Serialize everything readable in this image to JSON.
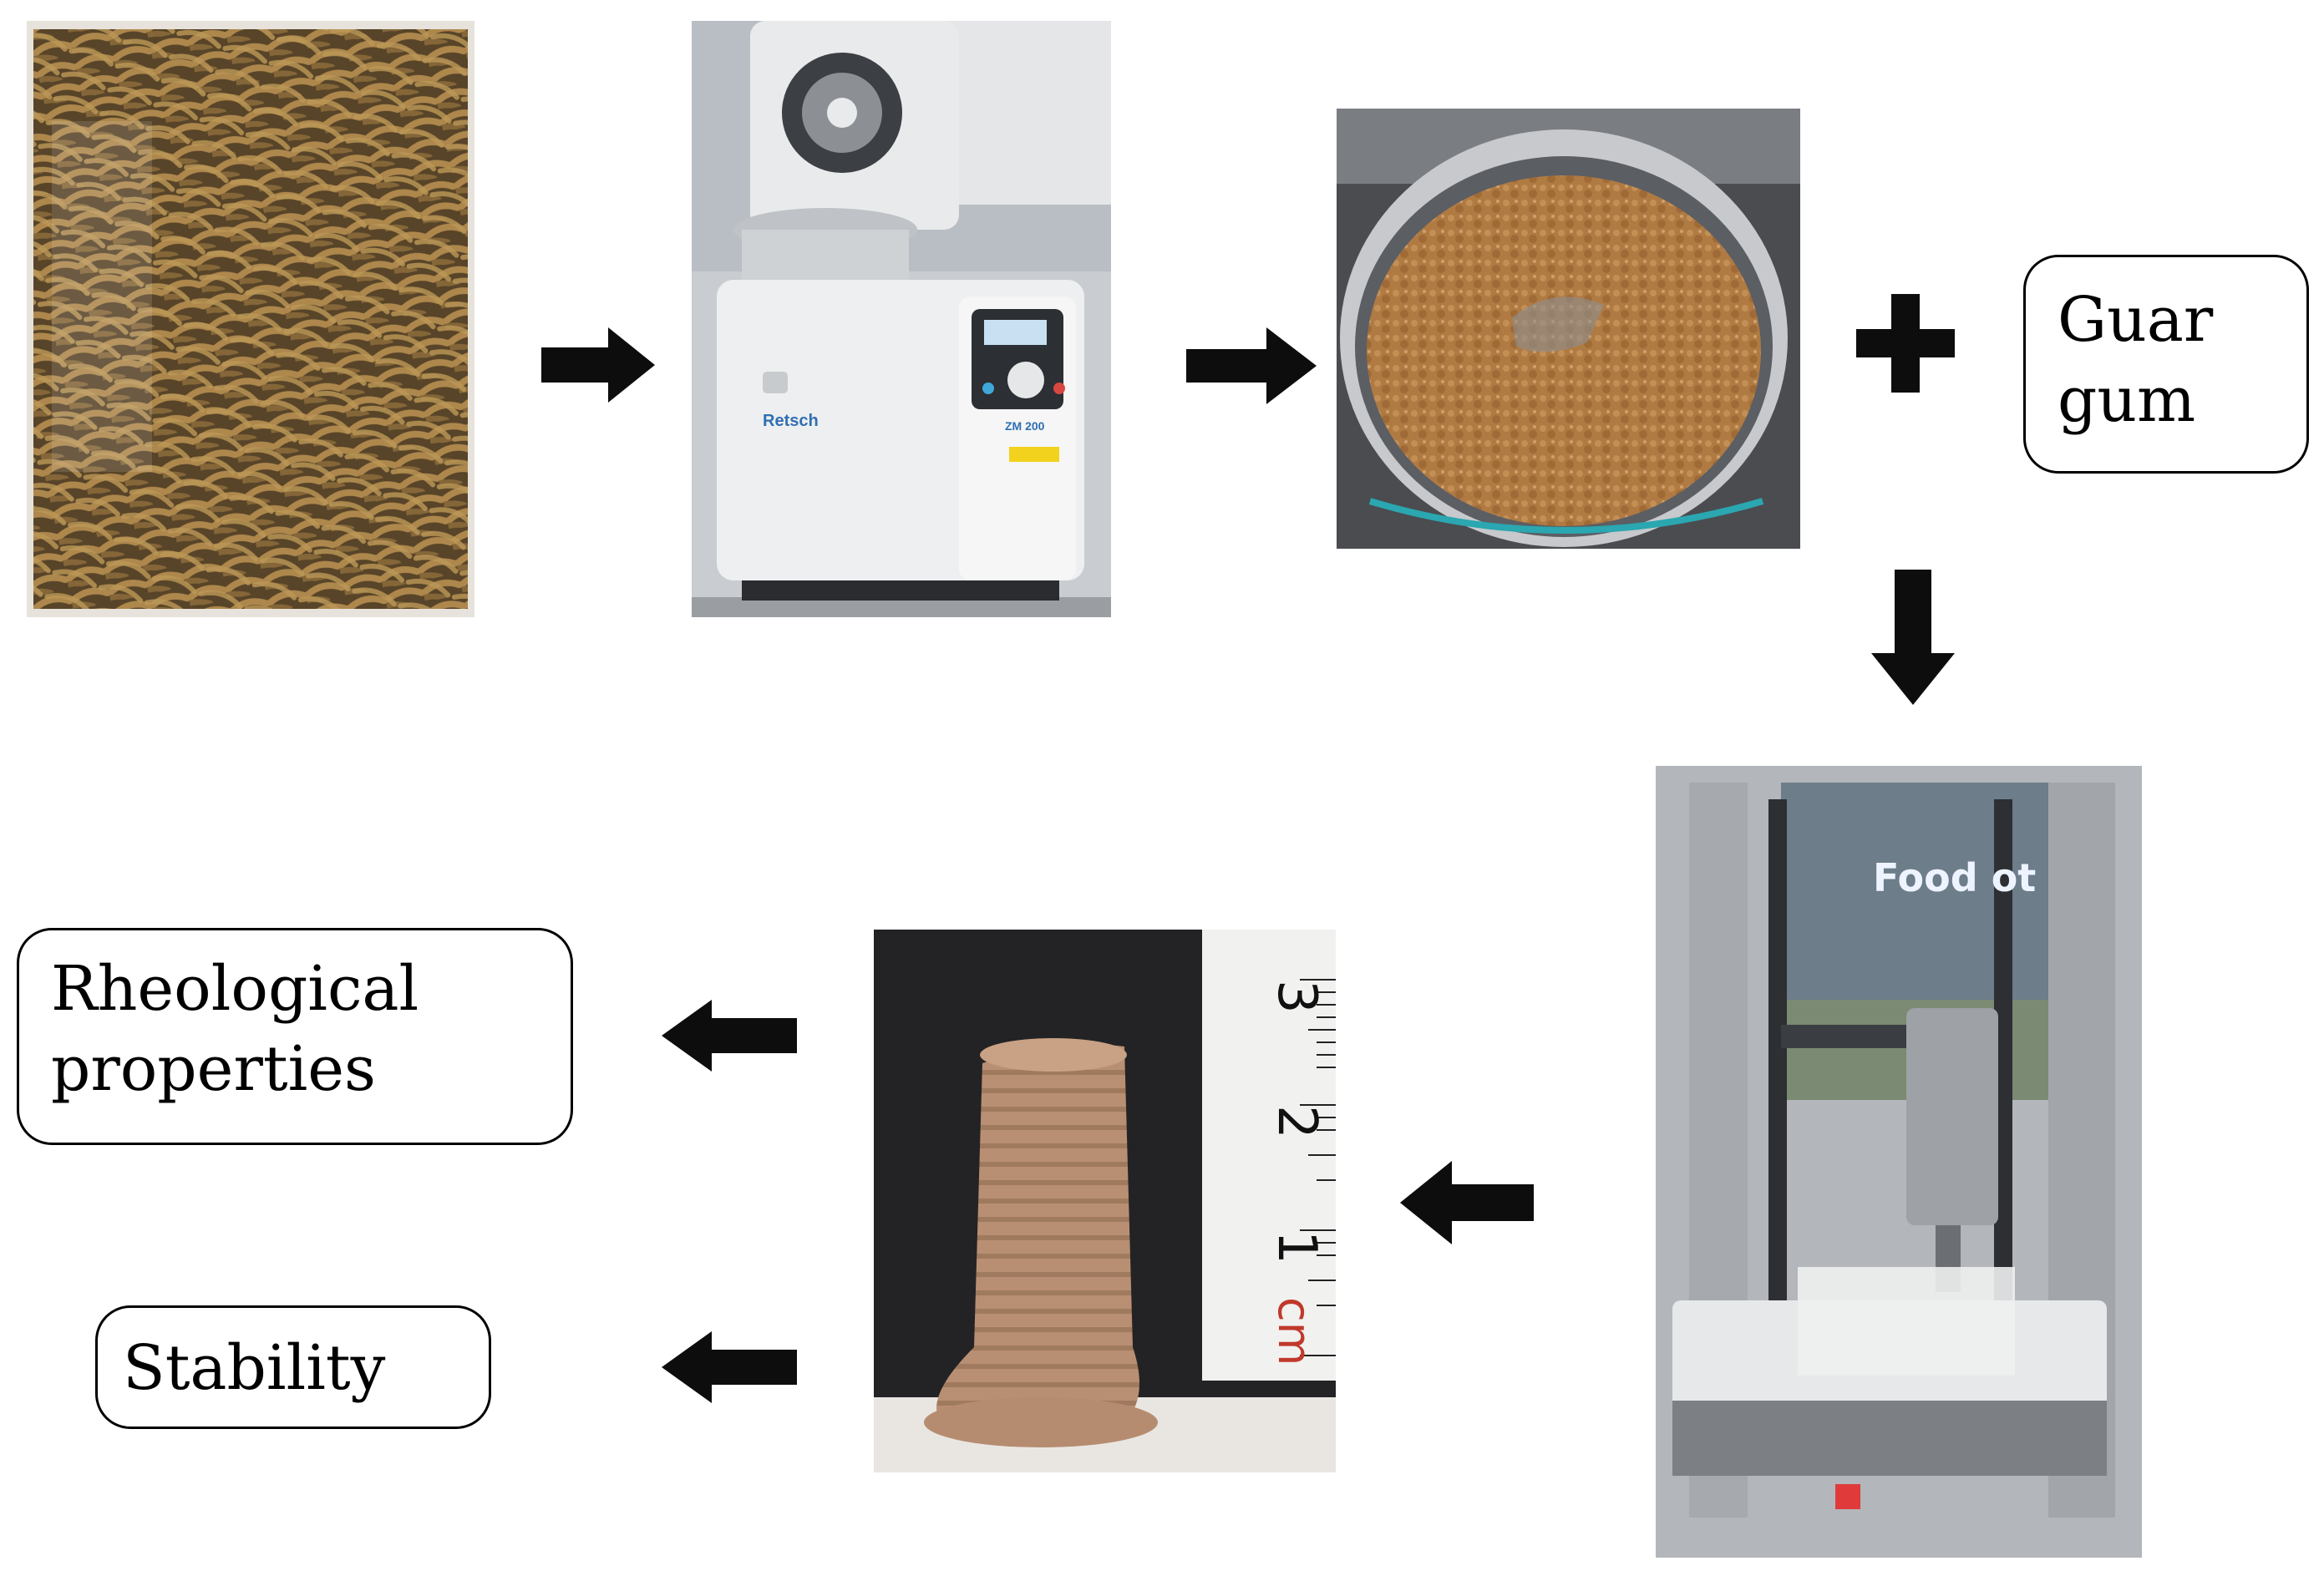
{
  "photos": {
    "insects": {
      "alt_subject": "bag of dried mealworms"
    },
    "mill": {
      "brand": "Retsch",
      "model": "ZM 200"
    },
    "powder": {
      "alt_subject": "sieve with ground insect powder"
    },
    "printer": {
      "brand_text": "Food  ot"
    },
    "printed_tower": {
      "ruler_unit": "cm",
      "ruler_numbers": [
        "1",
        "2",
        "3"
      ]
    }
  },
  "labels": {
    "guar_gum": [
      "Guar",
      "gum"
    ],
    "rheological": [
      "Rheological",
      "properties"
    ],
    "stability": "Stability"
  },
  "plus_symbol": "+",
  "colors": {
    "arrow": "#0d0d0d",
    "box_border": "#000000",
    "text": "#000000"
  }
}
